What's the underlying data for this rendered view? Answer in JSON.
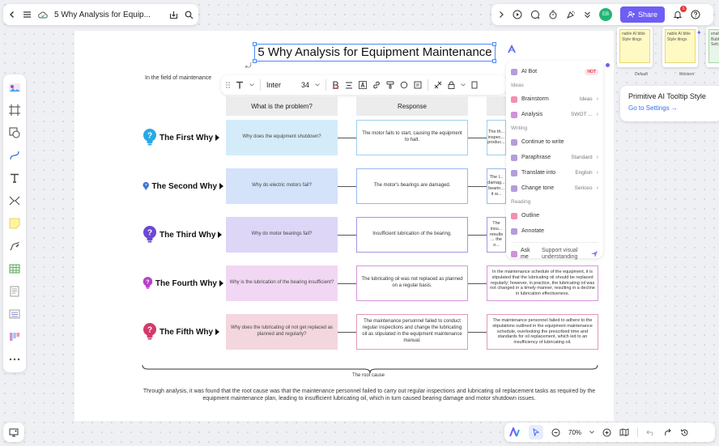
{
  "header": {
    "doc_title": "5 Why Analysis for Equip...",
    "share_label": "Share",
    "avatar_text": "EB",
    "notification_count": "1"
  },
  "format_toolbar": {
    "font_name": "Inter",
    "font_size": "34"
  },
  "document": {
    "title": "5 Why Analysis for Equipment Maintenance",
    "intro": "In the field of maintenance",
    "columns": [
      "What is the problem?",
      "Response",
      ""
    ],
    "rows": [
      {
        "why": "The First Why",
        "problem": "Why does the equipment shutdown?",
        "response": "The motor fails to start, causing the equipment to halt.",
        "comment": "The th... inspec... produc...",
        "color": "#d4ecfa",
        "border": "#9ecfee",
        "bulb": "#29a9e6"
      },
      {
        "why": "The Second Why",
        "problem": "Why do electric motors fail?",
        "response": "The motor's bearings are damaged.",
        "comment": "The l... damag... bearin... it w...",
        "color": "#d4e2fa",
        "border": "#9ab8ee",
        "bulb": "#3a72d8"
      },
      {
        "why": "The Third Why",
        "problem": "Why do motor bearings fail?",
        "response": "Insufficient lubrication of the bearing.",
        "comment": "The insu... results ... the o...",
        "color": "#ddd6f7",
        "border": "#a596e3",
        "bulb": "#6b47d6"
      },
      {
        "why": "The Fourth Why",
        "problem": "Why is the lubrication of the bearing insufficient?",
        "response": "The lubricating oil was not replaced as planned on a regular basis.",
        "comment": "In the maintenance schedule of the equipment, it is stipulated that the lubricating oil should be replaced regularly; however, in practice, the lubricating oil was not changed in a timely manner, resulting in a decline in lubrication effectiveness.",
        "color": "#f1d7f3",
        "border": "#d694dc",
        "bulb": "#b83fc9"
      },
      {
        "why": "The Fifth Why",
        "problem": "Why does the lubricating oil not get replaced as planned and regularly?",
        "response": "The maintenance personnel failed to conduct regular inspections and change the lubricating oil as stipulated in the equipment maintenance manual.",
        "comment": "The maintenance personnel failed to adhere to the stipulations outlined in the equipment maintenance schedule, overlooking the prescribed time and standards for oil replacement, which led to an insufficiency of lubricating oil.",
        "color": "#f4d6df",
        "border": "#e39ab1",
        "bulb": "#d43a6c"
      }
    ],
    "root_cause_label": "The root cause",
    "conclusion": "Through analysis, it was found that the root cause was that the maintenance personnel failed to carry out regular inspections and lubricating oil replacement tasks as required by the equipment maintenance plan, leading to insufficient lubricating oil, which in turn caused bearing damage and motor shutdown issues."
  },
  "ai_menu": {
    "ai_bot": "AI Bot",
    "hot": "HOT",
    "ideas_section": "Ideas",
    "brainstorm": "Brainstorm",
    "brainstorm_sub": "Ideas",
    "analysis": "Analysis",
    "analysis_sub": "SWOT ...",
    "writing_section": "Writing",
    "continue": "Continue to write",
    "paraphrase": "Paraphrase",
    "paraphrase_sub": "Standard",
    "translate": "Translate into",
    "translate_sub": "English",
    "tone": "Change tone",
    "tone_sub": "Serious",
    "reading_section": "Reading",
    "outline": "Outline",
    "annotate": "Annotate",
    "ask_label": "Ask me",
    "ask_value": "Support visual understanding"
  },
  "tooltip": {
    "title": "Primitive AI Tooltip Style",
    "link": "Go to Settings →"
  },
  "thumbnails": [
    {
      "text": "nable AI bble Style ttings",
      "label": "Default"
    },
    {
      "text": "nable AI bble Style ttings",
      "label": "Western"
    },
    {
      "text": "enab... Bubb... Sett...",
      "label": ""
    }
  ],
  "zoom": {
    "level": "70%"
  },
  "colors": {
    "accent": "#6e5ef5",
    "selection": "#4a8cf7"
  }
}
